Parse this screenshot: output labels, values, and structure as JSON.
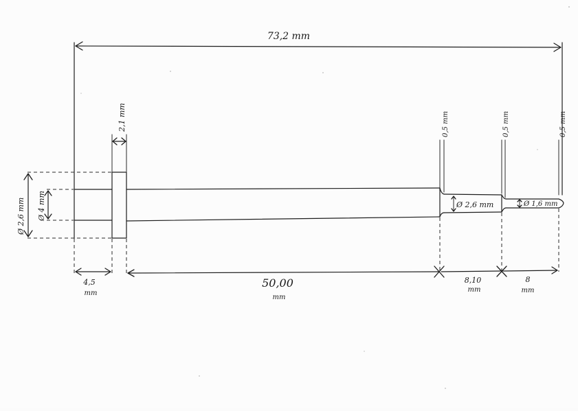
{
  "drawing": {
    "dim_overall_length": "73,2 mm",
    "dim_flange_thickness": "2,1 mm",
    "dim_groove_1": "0,5 mm",
    "dim_groove_2": "0,5 mm",
    "dim_groove_3": "0,5 mm",
    "dim_outer_diameter": "Ø 2,6 mm",
    "dim_shaft_diameter": "Ø 4 mm",
    "dim_step1_diameter": "Ø 2,6 mm",
    "dim_step2_diameter": "Ø 1,6 mm",
    "dim_left_length_value": "4,5",
    "dim_left_length_unit": "mm",
    "dim_main_length_value": "50,00",
    "dim_main_length_unit": "mm",
    "dim_step1_length_value": "8,10",
    "dim_step1_length_unit": "mm",
    "dim_step2_length_value": "8",
    "dim_step2_length_unit": "mm"
  }
}
